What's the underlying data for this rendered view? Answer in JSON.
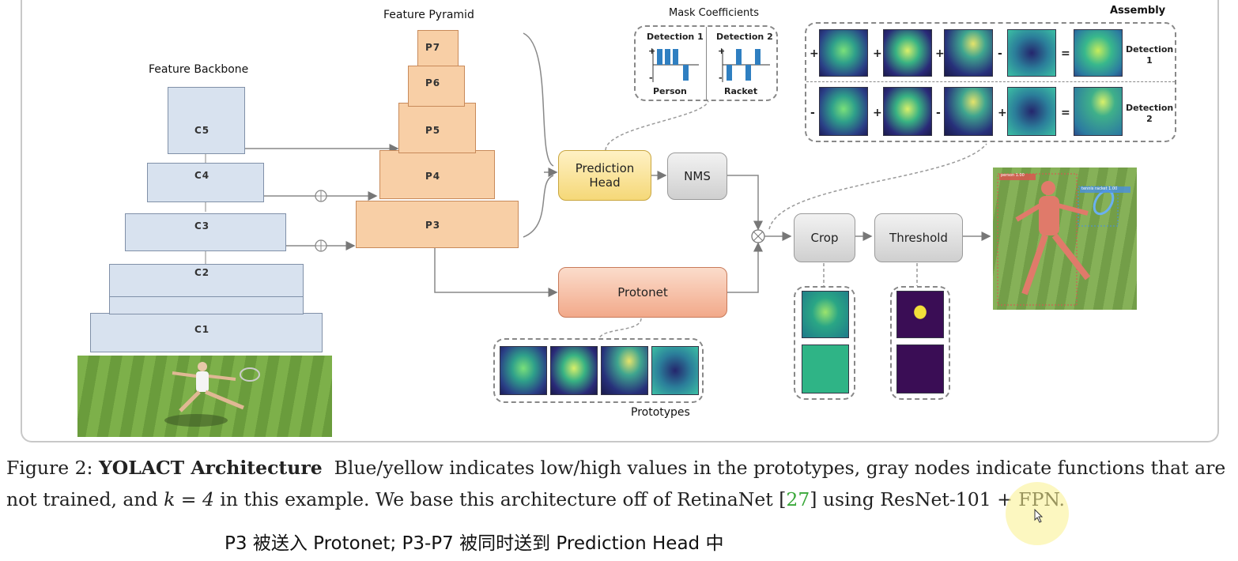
{
  "backbone": {
    "title": "Feature Backbone",
    "levels": [
      "C5",
      "C4",
      "C3",
      "C2",
      "C1"
    ]
  },
  "pyramid": {
    "title": "Feature Pyramid",
    "levels": [
      "P7",
      "P6",
      "P5",
      "P4",
      "P3"
    ]
  },
  "nodes": {
    "prediction_head": "Prediction\nHead",
    "nms": "NMS",
    "protonet": "Protonet",
    "crop": "Crop",
    "threshold": "Threshold"
  },
  "mask_coefficients": {
    "title": "Mask Coefficients",
    "detection_1": {
      "label": "Detection 1",
      "class": "Person",
      "plus": "+",
      "minus": "-"
    },
    "detection_2": {
      "label": "Detection 2",
      "class": "Racket",
      "plus": "+",
      "minus": "-"
    }
  },
  "assembly": {
    "title": "Assembly",
    "row1": {
      "ops": [
        "+",
        "+",
        "+",
        "-",
        "="
      ],
      "label": "Detection\n1"
    },
    "row2": {
      "ops": [
        "-",
        "+",
        "-",
        "+",
        "="
      ],
      "label": "Detection\n2"
    }
  },
  "prototypes": {
    "label": "Prototypes"
  },
  "output": {
    "box1_label": "person 1.00",
    "box2_label": "tennis racket 1.00"
  },
  "caption": {
    "prefix": "Figure 2: ",
    "bold": "YOLACT Architecture",
    "text1": "  Blue/yellow indicates low/high values in the prototypes, gray nodes indicate functions that are not trained, and ",
    "math": "k = 4",
    "text2": " in this example. We base this architecture off of RetinaNet [",
    "ref": "27",
    "text3": "] using ResNet-101 + FPN."
  },
  "subtitle": "P3 被送入 Protonet; P3-P7 被同时送到 Prediction Head 中",
  "colors": {
    "ref_green": "#3aa83a",
    "highlight": "#faf08c"
  }
}
